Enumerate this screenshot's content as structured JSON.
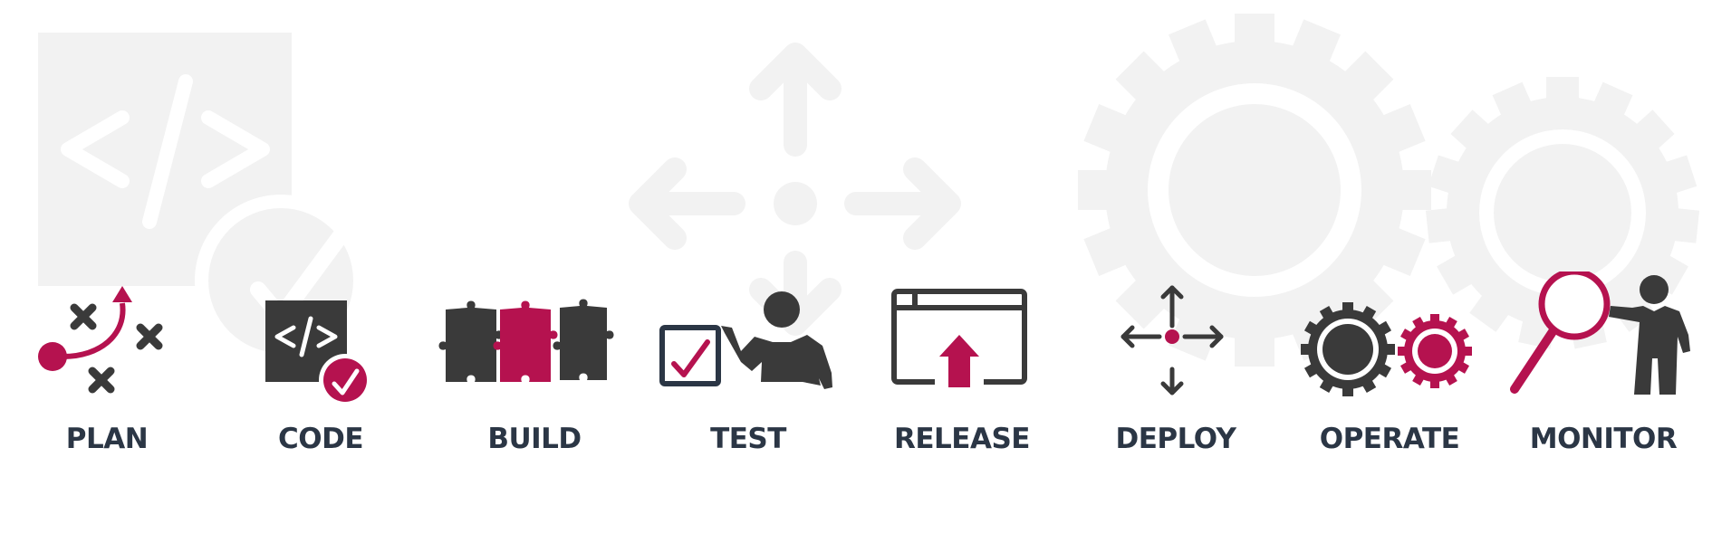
{
  "colors": {
    "dark": "#3a3a3a",
    "accent": "#b5124f",
    "navy": "#2b3645",
    "faint": "#f2f2f2"
  },
  "stages": [
    {
      "id": "plan",
      "label": "PLAN",
      "icon": "plan-roadmap-icon"
    },
    {
      "id": "code",
      "label": "CODE",
      "icon": "code-check-icon"
    },
    {
      "id": "build",
      "label": "BUILD",
      "icon": "puzzle-pieces-icon"
    },
    {
      "id": "test",
      "label": "TEST",
      "icon": "tester-checkbox-icon"
    },
    {
      "id": "release",
      "label": "RELEASE",
      "icon": "browser-upload-icon"
    },
    {
      "id": "deploy",
      "label": "DEPLOY",
      "icon": "deploy-arrows-icon"
    },
    {
      "id": "operate",
      "label": "OPERATE",
      "icon": "gears-icon"
    },
    {
      "id": "monitor",
      "label": "MONITOR",
      "icon": "magnifier-person-icon"
    }
  ]
}
